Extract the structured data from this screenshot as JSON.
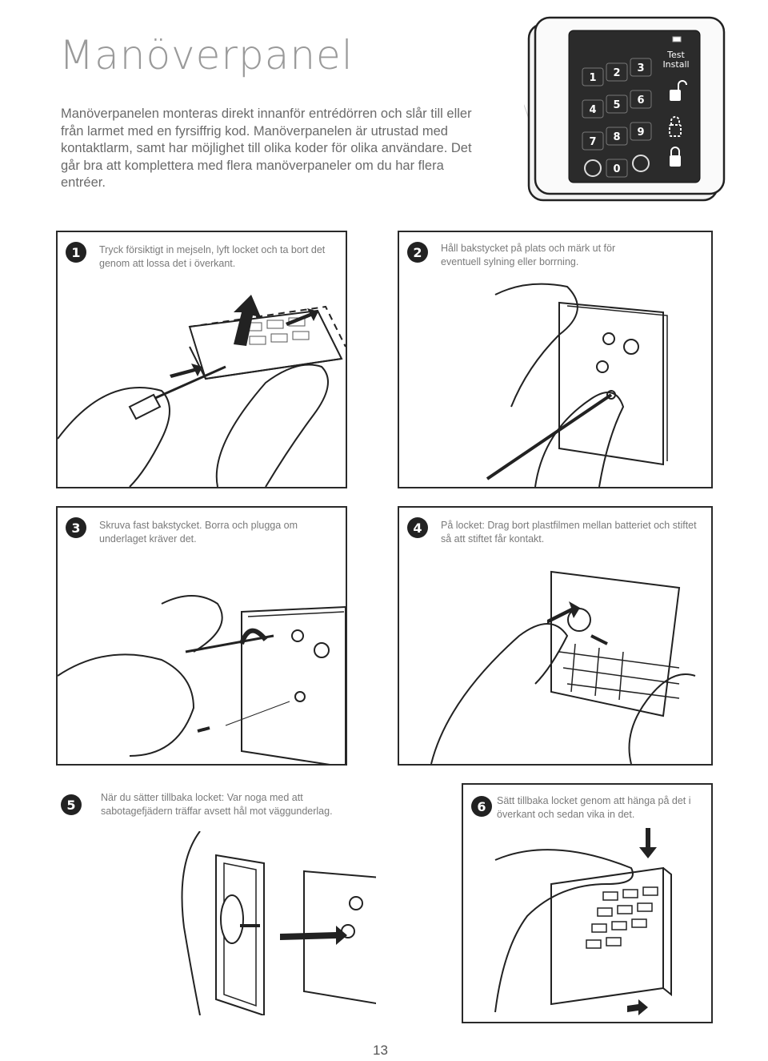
{
  "page": {
    "title": "Manöverpanel",
    "intro": "Manöverpanelen monteras direkt innanför entrédörren och slår till eller från larmet med en fyrsiffrig kod. Manöverpanelen är utrustad med kontaktlarm, samt har möjlighet till olika koder för olika användare. Det går bra att komplettera med flera manöverpaneler om du har flera entréer.",
    "page_number": "13"
  },
  "keypad": {
    "keys": [
      "1",
      "2",
      "3",
      "4",
      "5",
      "6",
      "7",
      "8",
      "9",
      "0"
    ],
    "test_label": "Test",
    "install_label": "Install"
  },
  "steps": [
    {
      "number": "1",
      "text": "Tryck försiktigt in mejseln, lyft locket och ta bort det genom att lossa det i överkant."
    },
    {
      "number": "2",
      "text": "Håll bakstycket på plats och märk ut för eventuell sylning eller borrning."
    },
    {
      "number": "3",
      "text": "Skruva fast bakstycket. Borra och plugga om underlaget kräver det."
    },
    {
      "number": "4",
      "text": "På locket: Drag bort plastfilmen mellan batteriet och stiftet så att stiftet får kontakt."
    },
    {
      "number": "5",
      "text": "När du sätter tillbaka locket: Var noga med att sabotagefjädern träffar avsett hål mot väggunderlag."
    },
    {
      "number": "6",
      "text": "Sätt tillbaka locket genom att hänga på det i överkant och sedan vika in det."
    }
  ],
  "colors": {
    "ink": "#222222",
    "text": "#7a7a7a",
    "title": "#9a9a9a"
  }
}
